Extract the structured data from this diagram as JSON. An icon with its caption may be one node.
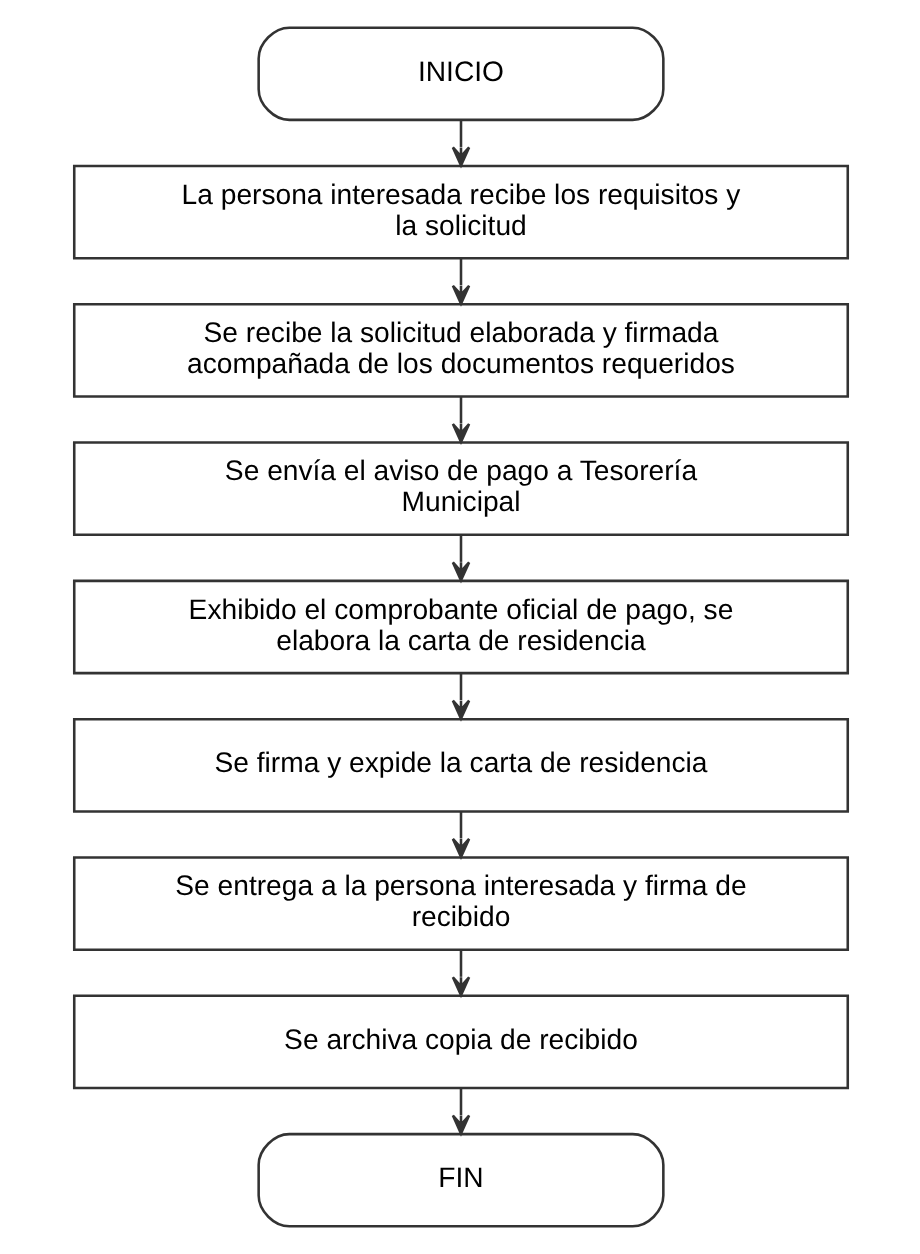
{
  "diagram": {
    "nodes": [
      {
        "text": [
          "INICIO"
        ]
      },
      {
        "text": [
          "La persona interesada recibe los requisitos y la solicitud"
        ]
      },
      {
        "text": [
          "Se recibe la solicitud elaborada y firmada acompañada de los documentos requeridos"
        ]
      },
      {
        "text": [
          "Se envía el aviso de pago a Tesorería Municipal"
        ]
      },
      {
        "text": [
          "Exhibido el comprobante oficial de pago, se elabora la carta de residencia"
        ]
      },
      {
        "text": [
          "Se firma y expide la carta de residencia"
        ]
      },
      {
        "text": [
          "Se entrega a la persona interesada y firma de recibido"
        ]
      },
      {
        "text": [
          "Se archiva copia de recibido"
        ]
      },
      {
        "text": [
          "FIN"
        ]
      }
    ],
    "edges": [
      {
        "from": 0,
        "to": 1,
        "arrow": "to"
      },
      {
        "from": 1,
        "to": 2,
        "arrow": "to"
      },
      {
        "from": 2,
        "to": 3,
        "arrow": "to"
      },
      {
        "from": 3,
        "to": 4,
        "arrow": "to"
      },
      {
        "from": 4,
        "to": 5,
        "arrow": "to"
      },
      {
        "from": 5,
        "to": 6,
        "arrow": "to"
      },
      {
        "from": 6,
        "to": 7,
        "arrow": "to"
      },
      {
        "from": 7,
        "to": 8,
        "arrow": "to"
      }
    ]
  }
}
